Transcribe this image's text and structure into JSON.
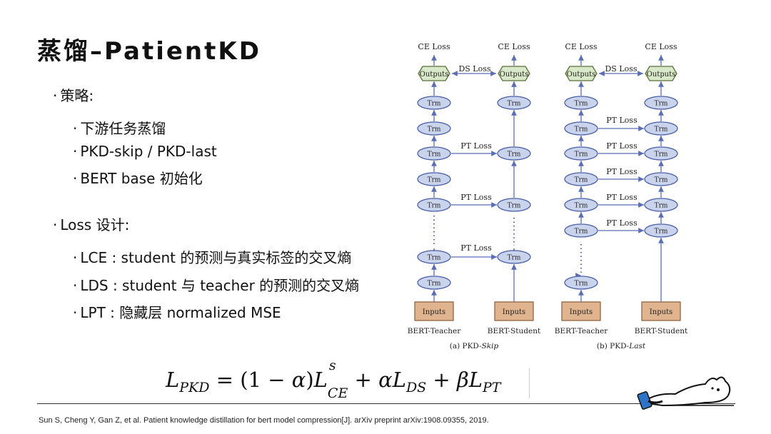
{
  "slide": {
    "title": "蒸馏–PatientKD",
    "strategy": {
      "heading": "策略:",
      "items": [
        "下游任务蒸馏",
        "PKD-skip / PKD-last",
        "BERT base 初始化"
      ]
    },
    "loss": {
      "heading": "Loss 设计:",
      "items": [
        "LCE : student 的预测与真实标签的交叉熵",
        "LDS : student 与 teacher 的预测的交叉熵",
        "LPT : 隐藏层 normalized MSE"
      ]
    },
    "bullet_char": "·",
    "formula": {
      "lhs": "L",
      "lhs_sub": "PKD",
      "eq": " = (1 − ",
      "alpha": "α",
      "close": ")",
      "L1": "L",
      "L1_sup": "s",
      "L1_sub": "CE",
      "plus1": " + ",
      "alpha2": "α",
      "L2": "L",
      "L2_sub": "DS",
      "plus2": " + ",
      "beta": "β",
      "L3": "L",
      "L3_sub": "PT"
    },
    "citation": "Sun S, Cheng Y, Gan Z, et al. Patient knowledge distillation for bert model compression[J]. arXiv preprint arXiv:1908.09355, 2019."
  },
  "diagram": {
    "labels": {
      "ce_loss": "CE Loss",
      "ds_loss": "DS Loss",
      "pt_loss": "PT Loss",
      "outputs": "Outputs",
      "trm": "Trm",
      "inputs": "Inputs",
      "teacher": "BERT-Teacher",
      "student": "BERT-Student",
      "caption_a_prefix": "(a) PKD-",
      "caption_a_em": "Skip",
      "caption_b_prefix": "(b) PKD-",
      "caption_b_em": "Last"
    },
    "colors": {
      "trm_fill": "#c9d3ec",
      "trm_stroke": "#4a5fa8",
      "output_fill": "#d9e8c8",
      "output_stroke": "#5a6e3a",
      "input_fill": "#e0b48f",
      "input_stroke": "#8a5a3a",
      "arrow": "#5b6db5"
    }
  }
}
